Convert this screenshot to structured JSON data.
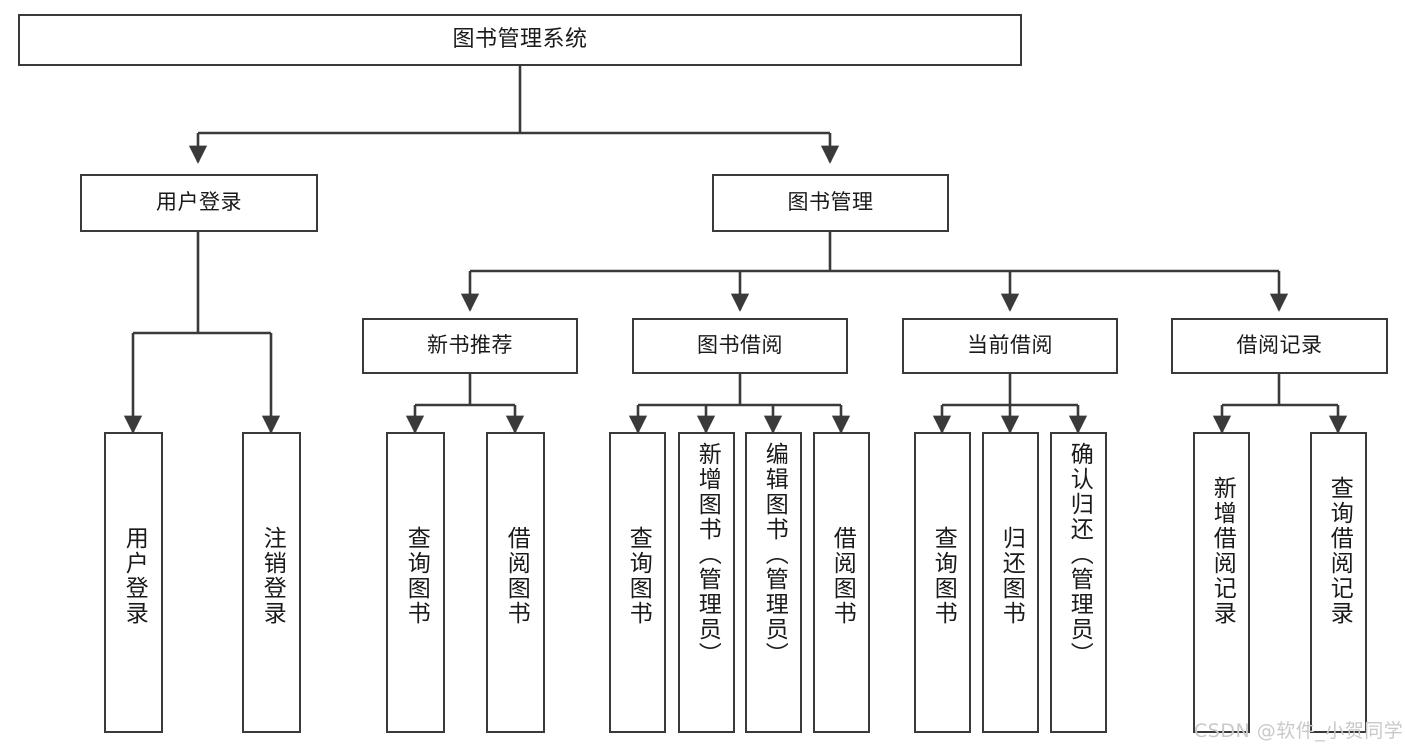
{
  "diagram": {
    "title": "图书管理系统",
    "type": "tree-hierarchy",
    "stroke_color": "#3a3a3a",
    "background_color": "#ffffff",
    "nodes": {
      "root": {
        "label": "图书管理系统"
      },
      "level1": [
        {
          "label": "用户登录"
        },
        {
          "label": "图书管理"
        }
      ],
      "level2": [
        {
          "label": "新书推荐"
        },
        {
          "label": "图书借阅"
        },
        {
          "label": "当前借阅"
        },
        {
          "label": "借阅记录"
        }
      ],
      "leaves_user_login": [
        {
          "label": "用户登录"
        },
        {
          "label": "注销登录"
        }
      ],
      "leaves_new_books": [
        {
          "label": "查询图书"
        },
        {
          "label": "借阅图书"
        }
      ],
      "leaves_borrow": [
        {
          "label": "查询图书"
        },
        {
          "label": "新增图书（管理员）"
        },
        {
          "label": "编辑图书（管理员）"
        },
        {
          "label": "借阅图书"
        }
      ],
      "leaves_current": [
        {
          "label": "查询图书"
        },
        {
          "label": "归还图书"
        },
        {
          "label": "确认归还（管理员）"
        }
      ],
      "leaves_records": [
        {
          "label": "新增借阅记录"
        },
        {
          "label": "查询借阅记录"
        }
      ]
    }
  },
  "watermark": {
    "text": "CSDN @软件_小贺同学"
  }
}
